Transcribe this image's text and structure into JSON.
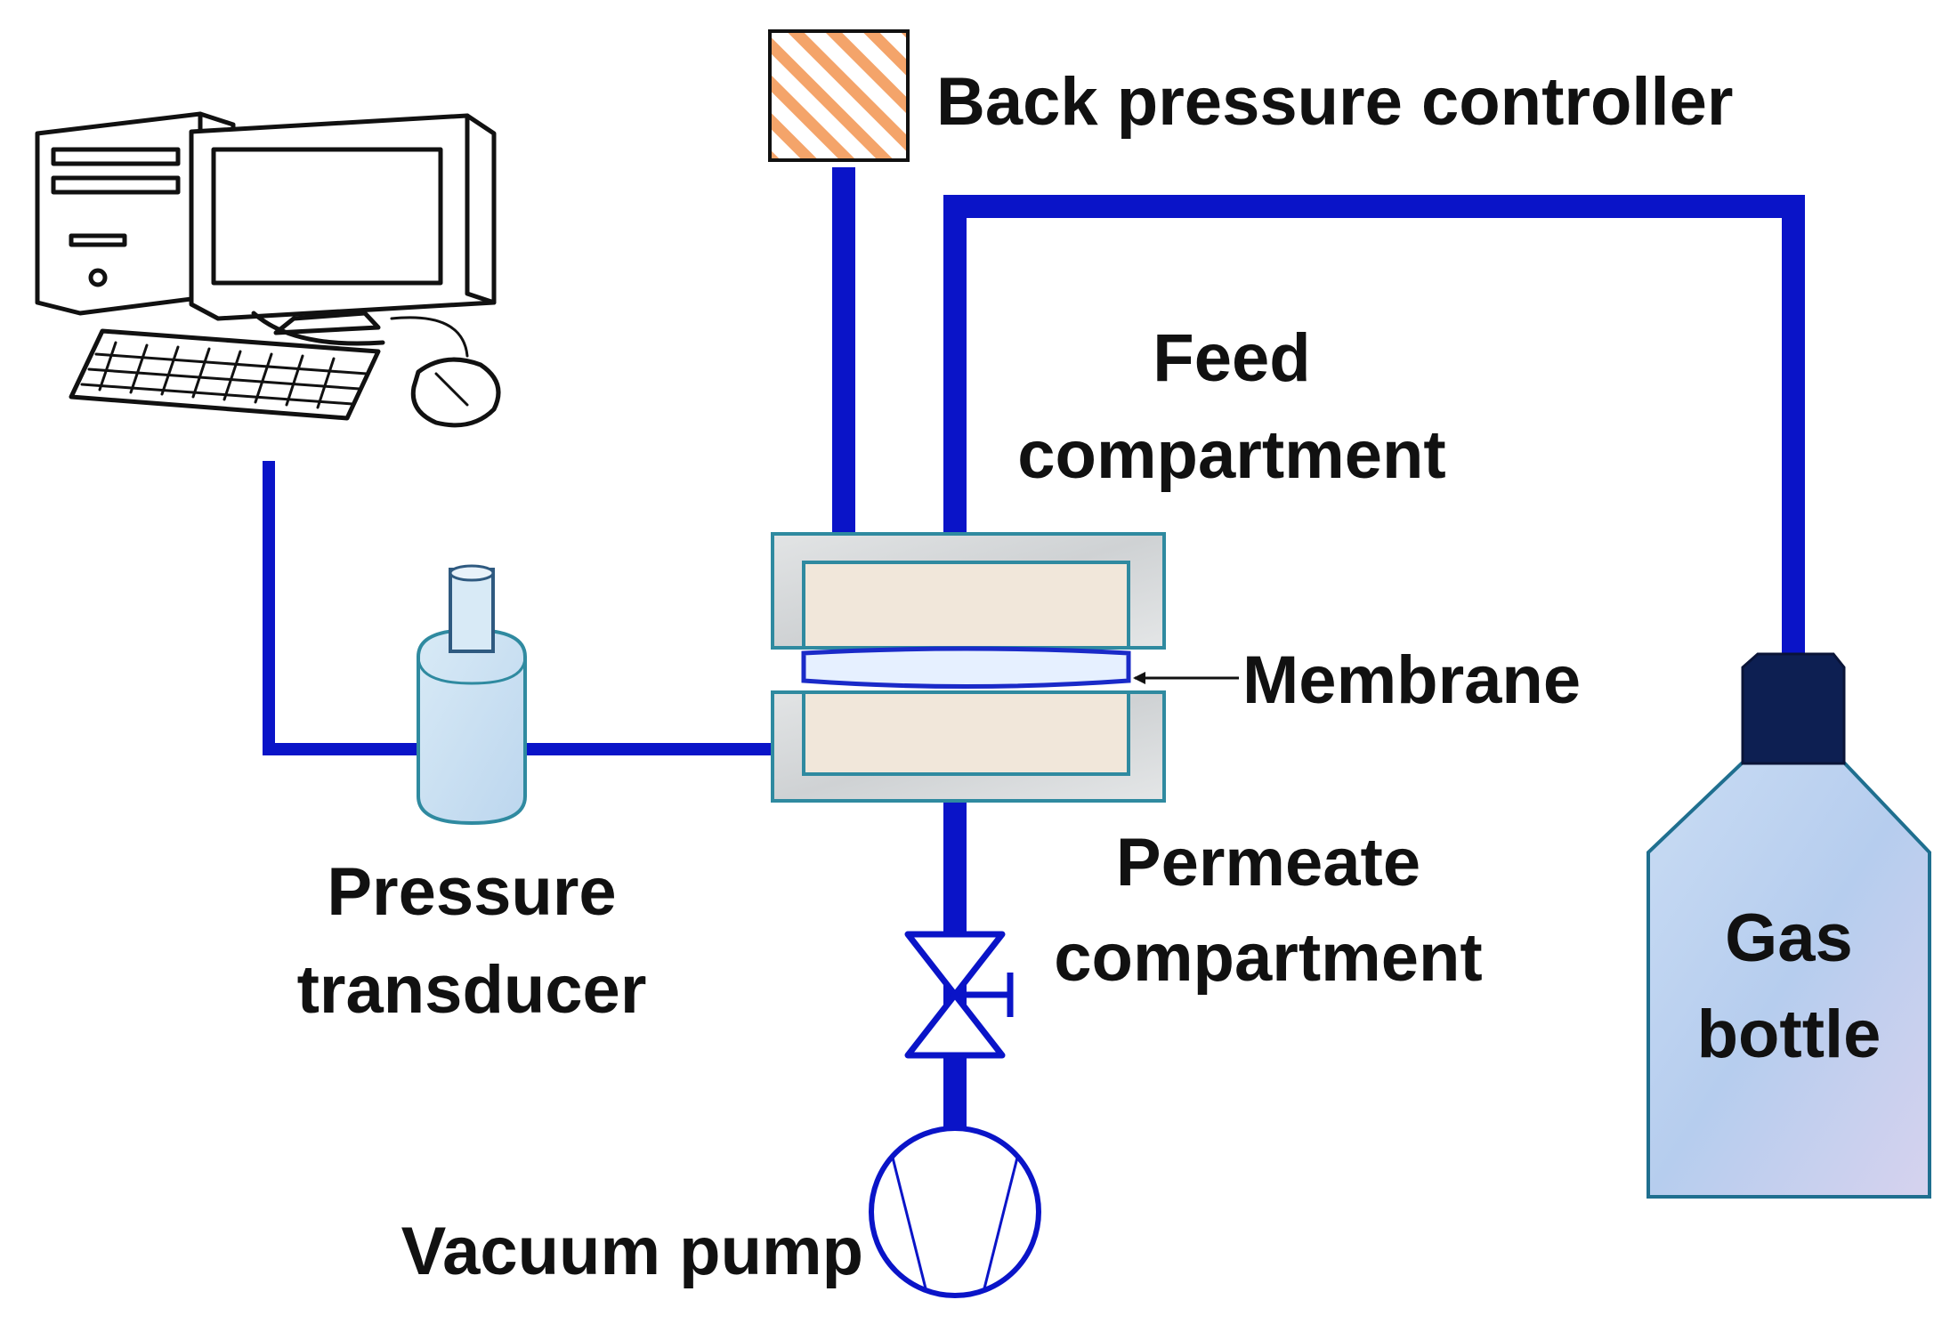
{
  "labels": {
    "back_pressure_controller": "Back pressure controller",
    "feed_line1": "Feed",
    "feed_line2": "compartment",
    "membrane": "Membrane",
    "permeate_line1": "Permeate",
    "permeate_line2": "compartment",
    "pressure_line1": "Pressure",
    "pressure_line2": "transducer",
    "gas_line1": "Gas",
    "gas_line2": "bottle",
    "vacuum_pump": "Vacuum pump"
  },
  "colors": {
    "pipe": "#0a14c8",
    "controller_stripe": "#f4a46a",
    "cell_frame": "#d9dcdd",
    "cell_inner": "#f1e7da",
    "cell_border": "#2f8aa0",
    "membrane_fill": "#e6f0ff",
    "bottle_fill": "#c4d8f2",
    "bottle_cap": "#0d1f52",
    "transducer_fill": "#cfe3f3"
  },
  "icons": {
    "computer": "desktop-computer-icon",
    "valve": "needle-valve-icon",
    "pump": "vacuum-pump-icon"
  }
}
